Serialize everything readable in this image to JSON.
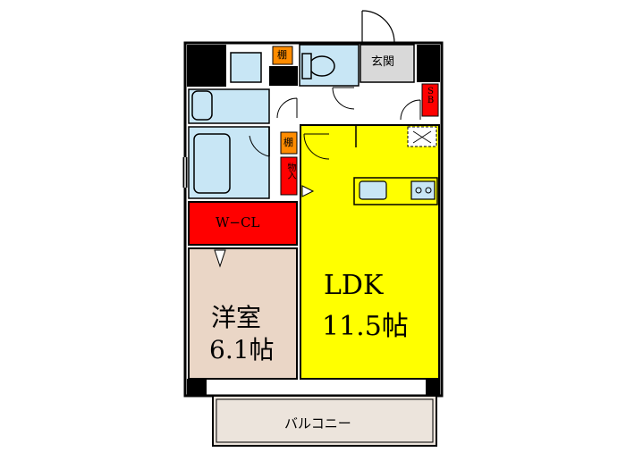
{
  "rooms": {
    "ldk_name": "LDK",
    "ldk_size": "11.5帖",
    "western_name": "洋室",
    "western_size": "6.1帖",
    "walkin_closet": "W−CL",
    "balcony": "バルコニー",
    "entrance": "玄関",
    "shelf_top": "棚",
    "shelf_mid": "棚",
    "storage": "物入",
    "shoe_box": "SB"
  },
  "colors": {
    "ldk_fill": "#ffff00",
    "closet_fill": "#ff0000",
    "shelf_fill": "#ff8c00",
    "wet_area_fill": "#c8e6f5",
    "western_fill": "#ead6c6",
    "entrance_fill": "#d9d9d9",
    "balcony_fill": "#ece4dc",
    "wall": "#000000"
  }
}
